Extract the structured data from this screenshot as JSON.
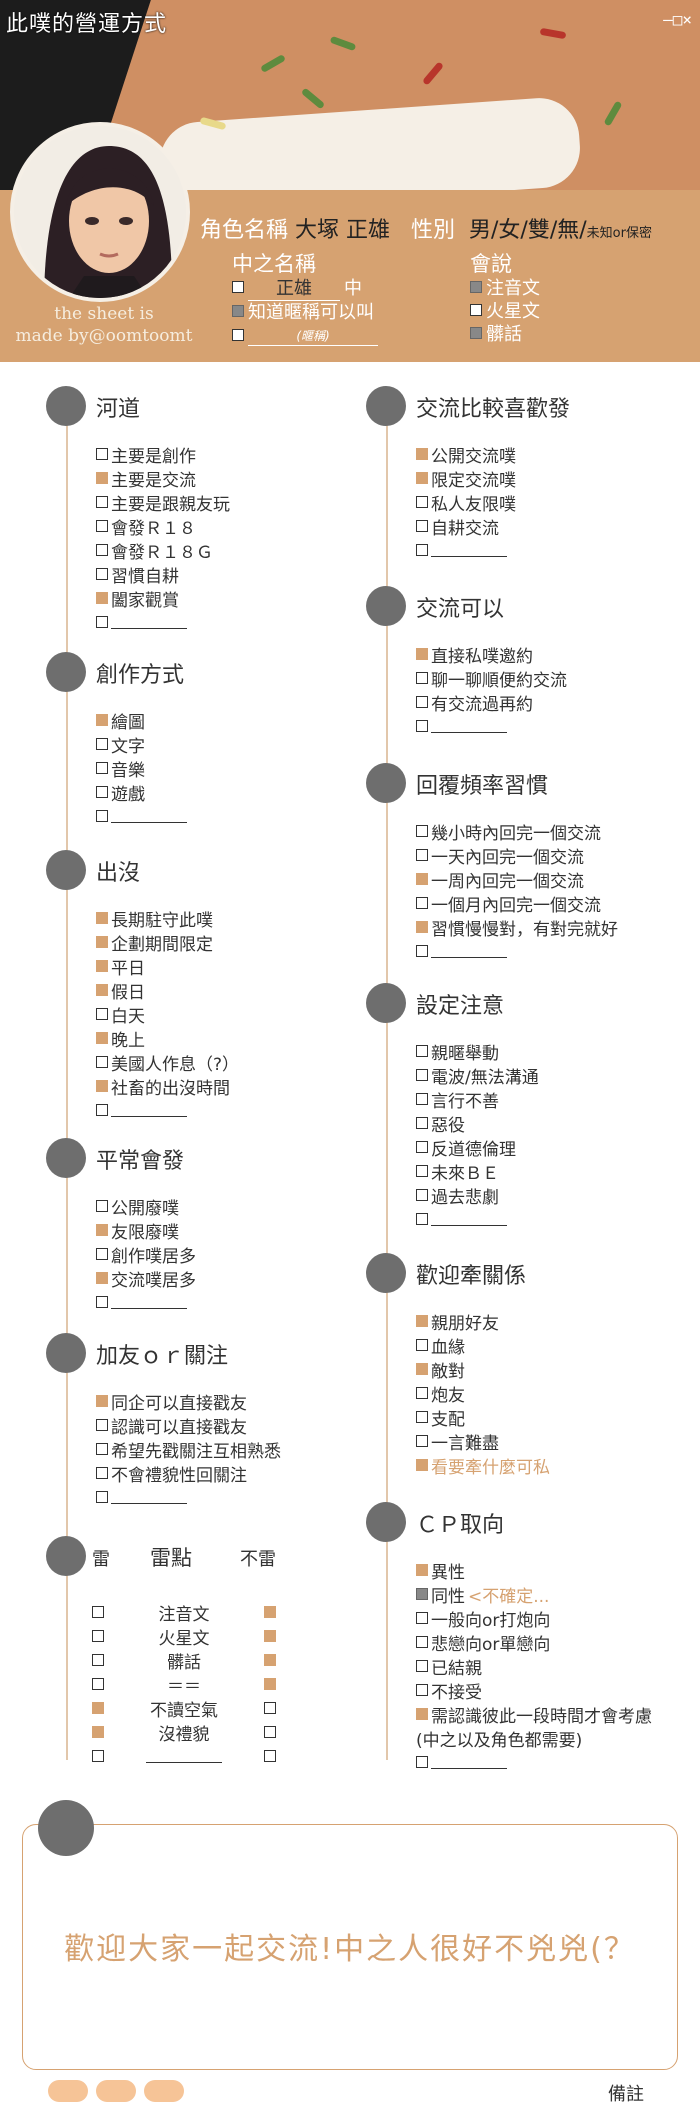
{
  "header": {
    "title": "此噗的營運方式",
    "controls": "–□×",
    "credit_line1": "the sheet is",
    "credit_line2": "made by@oomtoomt"
  },
  "character": {
    "name_label": "角色名稱",
    "name_value": "大塚 正雄",
    "gender_label": "性別",
    "gender_options": "男/女/雙/無/",
    "gender_small": "未知or保密"
  },
  "nickname": {
    "title": "中之名稱",
    "name_value": "正雄",
    "suffix": "中",
    "option2": "知道暱稱可以叫",
    "hint": "(暱稱)"
  },
  "language": {
    "title": "會說",
    "items": [
      "注音文",
      "火星文",
      "髒話"
    ]
  },
  "left": [
    {
      "title": "河道",
      "items": [
        {
          "t": "主要是創作",
          "c": "off"
        },
        {
          "t": "主要是交流",
          "c": "on"
        },
        {
          "t": "主要是跟親友玩",
          "c": "off"
        },
        {
          "t": "會發Ｒ１８",
          "c": "off"
        },
        {
          "t": "會發Ｒ１８Ｇ",
          "c": "off"
        },
        {
          "t": "習慣自耕",
          "c": "off"
        },
        {
          "t": "闔家觀賞",
          "c": "on"
        },
        {
          "t": "",
          "c": "off"
        }
      ]
    },
    {
      "title": "創作方式",
      "items": [
        {
          "t": "繪圖",
          "c": "on"
        },
        {
          "t": "文字",
          "c": "off"
        },
        {
          "t": "音樂",
          "c": "off"
        },
        {
          "t": "遊戲",
          "c": "off"
        },
        {
          "t": "",
          "c": "off"
        }
      ]
    },
    {
      "title": "出沒",
      "items": [
        {
          "t": "長期駐守此噗",
          "c": "on"
        },
        {
          "t": "企劃期間限定",
          "c": "on"
        },
        {
          "t": "平日",
          "c": "on"
        },
        {
          "t": "假日",
          "c": "on"
        },
        {
          "t": "白天",
          "c": "off"
        },
        {
          "t": "晚上",
          "c": "on"
        },
        {
          "t": "美國人作息（?）",
          "c": "off"
        },
        {
          "t": "社畜的出沒時間",
          "c": "on"
        },
        {
          "t": "",
          "c": "off"
        }
      ]
    },
    {
      "title": "平常會發",
      "items": [
        {
          "t": "公開廢噗",
          "c": "off"
        },
        {
          "t": "友限廢噗",
          "c": "on"
        },
        {
          "t": "創作噗居多",
          "c": "off"
        },
        {
          "t": "交流噗居多",
          "c": "on"
        },
        {
          "t": "",
          "c": "off"
        }
      ]
    },
    {
      "title": "加友ｏｒ關注",
      "items": [
        {
          "t": "同企可以直接戳友",
          "c": "on"
        },
        {
          "t": "認識可以直接戳友",
          "c": "off"
        },
        {
          "t": "希望先戳關注互相熟悉",
          "c": "off"
        },
        {
          "t": "不會禮貌性回關注",
          "c": "off"
        },
        {
          "t": "",
          "c": "off"
        }
      ]
    }
  ],
  "mines": {
    "col1": "雷",
    "col2": "雷點",
    "col3": "不雷",
    "rows": [
      {
        "l": "off",
        "t": "注音文",
        "r": "on"
      },
      {
        "l": "off",
        "t": "火星文",
        "r": "on"
      },
      {
        "l": "off",
        "t": "髒話",
        "r": "on"
      },
      {
        "l": "off",
        "t": "＝＝",
        "r": "on"
      },
      {
        "l": "on",
        "t": "不讀空氣",
        "r": "off"
      },
      {
        "l": "on",
        "t": "沒禮貌",
        "r": "off"
      },
      {
        "l": "off",
        "t": "",
        "r": "off"
      }
    ]
  },
  "right": [
    {
      "title": "交流比較喜歡發",
      "items": [
        {
          "t": "公開交流噗",
          "c": "on"
        },
        {
          "t": "限定交流噗",
          "c": "on"
        },
        {
          "t": "私人友限噗",
          "c": "off"
        },
        {
          "t": "自耕交流",
          "c": "off"
        },
        {
          "t": "",
          "c": "off"
        }
      ]
    },
    {
      "title": "交流可以",
      "items": [
        {
          "t": "直接私噗邀約",
          "c": "on"
        },
        {
          "t": "聊一聊順便約交流",
          "c": "off"
        },
        {
          "t": "有交流過再約",
          "c": "off"
        },
        {
          "t": "",
          "c": "off"
        }
      ]
    },
    {
      "title": "回覆頻率習慣",
      "items": [
        {
          "t": "幾小時內回完一個交流",
          "c": "off"
        },
        {
          "t": "一天內回完一個交流",
          "c": "off"
        },
        {
          "t": "一周內回完一個交流",
          "c": "on"
        },
        {
          "t": "一個月內回完一個交流",
          "c": "off"
        },
        {
          "t": "習慣慢慢對，有對完就好",
          "c": "on"
        },
        {
          "t": "",
          "c": "off"
        }
      ]
    },
    {
      "title": "設定注意",
      "items": [
        {
          "t": "親暱舉動",
          "c": "off"
        },
        {
          "t": "電波/無法溝通",
          "c": "off"
        },
        {
          "t": "言行不善",
          "c": "off"
        },
        {
          "t": "惡役",
          "c": "off"
        },
        {
          "t": "反道德倫理",
          "c": "off"
        },
        {
          "t": "未來ＢＥ",
          "c": "off"
        },
        {
          "t": "過去悲劇",
          "c": "off"
        },
        {
          "t": "",
          "c": "off"
        }
      ]
    },
    {
      "title": "歡迎牽關係",
      "items": [
        {
          "t": "親朋好友",
          "c": "on"
        },
        {
          "t": "血緣",
          "c": "off"
        },
        {
          "t": "敵對",
          "c": "on"
        },
        {
          "t": "炮友",
          "c": "off"
        },
        {
          "t": "支配",
          "c": "off"
        },
        {
          "t": "一言難盡",
          "c": "off"
        },
        {
          "t": "看要牽什麼可私",
          "c": "on",
          "o": true
        }
      ]
    },
    {
      "title": "ＣＰ取向",
      "items": [
        {
          "t": "異性",
          "c": "on"
        },
        {
          "t": "同性",
          "c": "grey",
          "extra": "<不確定..."
        },
        {
          "t": "一般向or打炮向",
          "c": "off"
        },
        {
          "t": "悲戀向or單戀向",
          "c": "off"
        },
        {
          "t": "已結親",
          "c": "off"
        },
        {
          "t": "不接受",
          "c": "off"
        },
        {
          "t": "需認識彼此一段時間才會考慮",
          "c": "on"
        },
        {
          "t": "(中之以及角色都需要)",
          "c": "none"
        },
        {
          "t": "",
          "c": "off"
        }
      ]
    }
  ],
  "note": {
    "text": "歡迎大家一起交流!中之人很好不兇兇(？",
    "label": "備註"
  },
  "colors": {
    "accent": "#d6a271",
    "bullet": "#6e6e6e"
  }
}
